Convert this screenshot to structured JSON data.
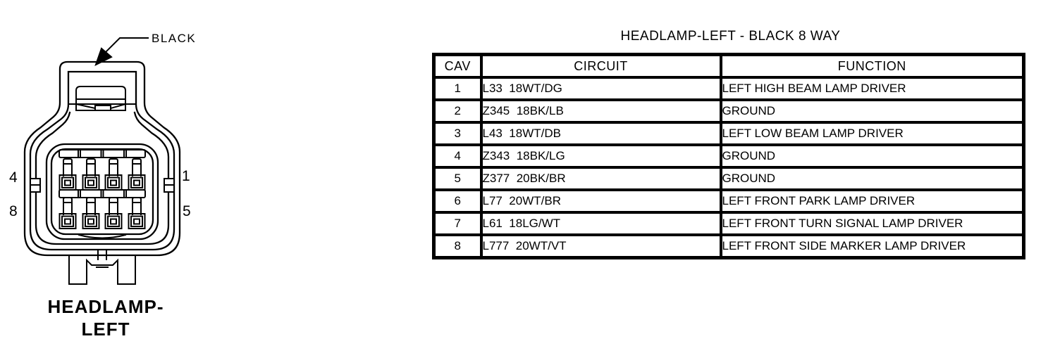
{
  "connector": {
    "color_label": "BLACK",
    "name_line1": "HEADLAMP-",
    "name_line2": "LEFT",
    "pins": {
      "top_left": "4",
      "bottom_left": "8",
      "top_right": "1",
      "bottom_right": "5"
    }
  },
  "table": {
    "title": "HEADLAMP-LEFT - BLACK 8 WAY",
    "columns": [
      "CAV",
      "CIRCUIT",
      "FUNCTION"
    ],
    "rows": [
      {
        "cav": "1",
        "circuit": "L33  18WT/DG",
        "function": "LEFT HIGH BEAM LAMP DRIVER"
      },
      {
        "cav": "2",
        "circuit": "Z345  18BK/LB",
        "function": "GROUND"
      },
      {
        "cav": "3",
        "circuit": "L43  18WT/DB",
        "function": "LEFT LOW BEAM LAMP DRIVER"
      },
      {
        "cav": "4",
        "circuit": "Z343  18BK/LG",
        "function": "GROUND"
      },
      {
        "cav": "5",
        "circuit": "Z377  20BK/BR",
        "function": "GROUND"
      },
      {
        "cav": "6",
        "circuit": "L77  20WT/BR",
        "function": "LEFT FRONT PARK LAMP DRIVER"
      },
      {
        "cav": "7",
        "circuit": "L61  18LG/WT",
        "function": "LEFT FRONT TURN SIGNAL LAMP DRIVER"
      },
      {
        "cav": "8",
        "circuit": "L777  20WT/VT",
        "function": "LEFT FRONT SIDE MARKER LAMP DRIVER"
      }
    ]
  },
  "colors": {
    "ink": "#000000",
    "background": "#ffffff"
  }
}
